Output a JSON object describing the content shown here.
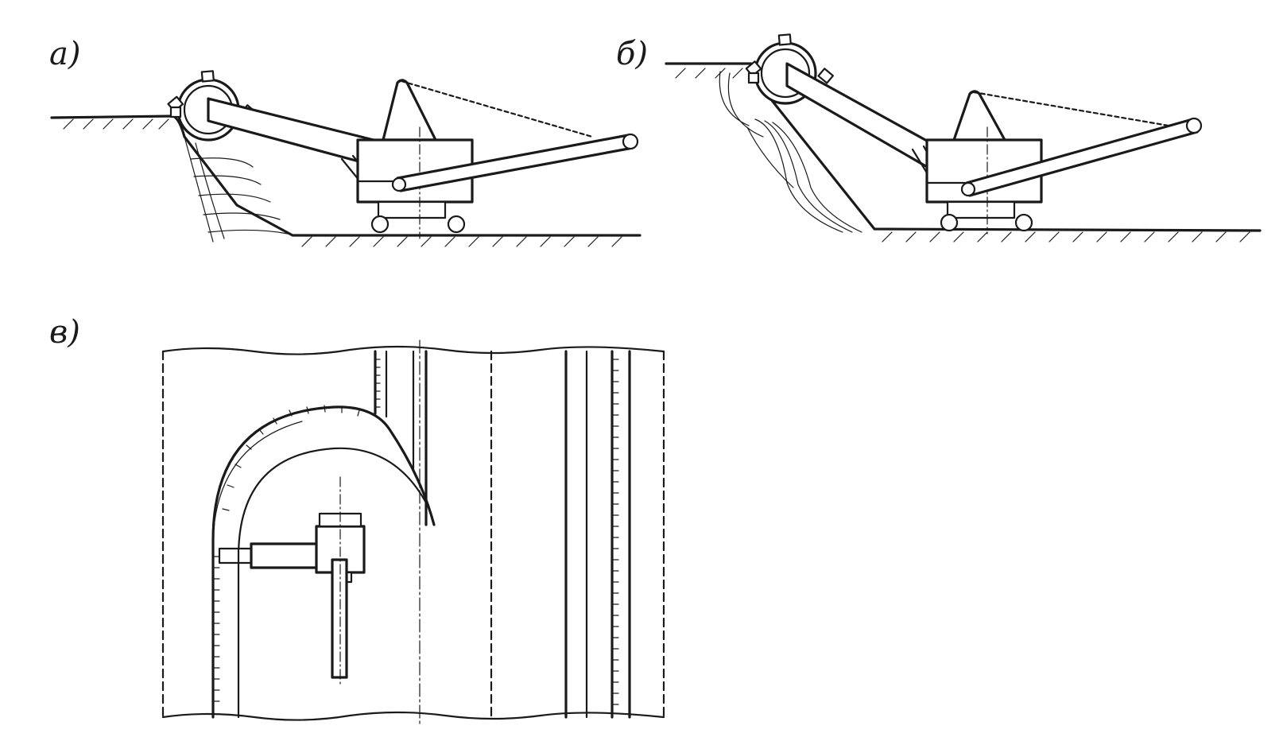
{
  "figure": {
    "panel_labels": {
      "a": "а)",
      "b": "б)",
      "v": "в)"
    }
  }
}
